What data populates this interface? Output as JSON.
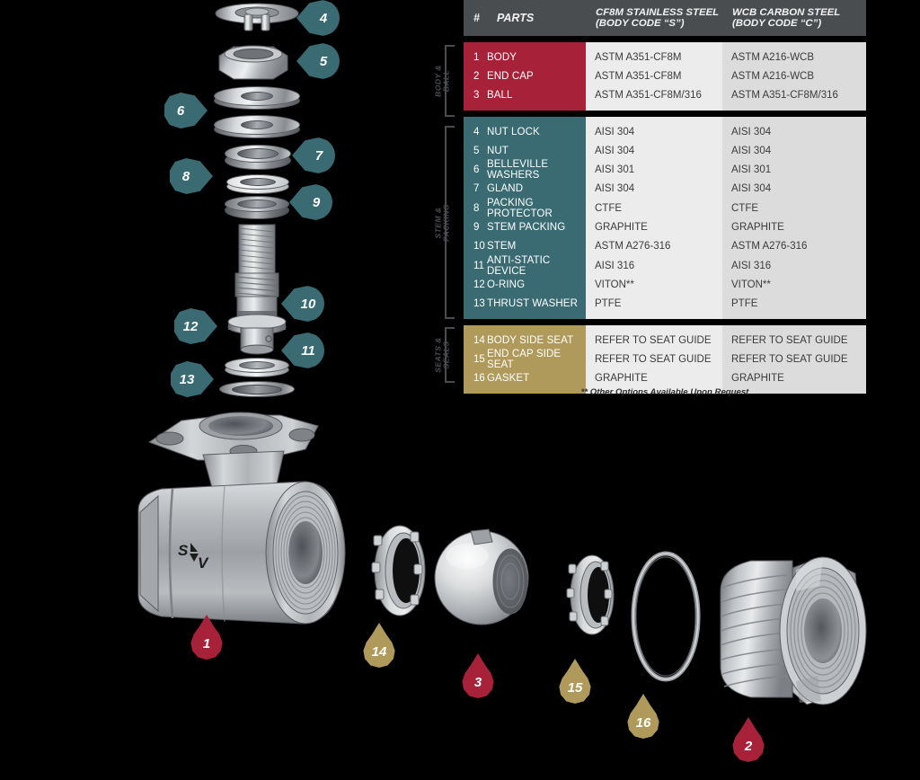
{
  "table": {
    "header": {
      "num": "#",
      "parts": "PARTS",
      "col_a_line1": "CF8M STAINLESS STEEL",
      "col_a_line2": "(BODY CODE “S”)",
      "col_b_line1": "WCB CARBON STEEL",
      "col_b_line2": "(BODY CODE “C”)"
    },
    "sections": [
      {
        "group_label": "BODY & BALL",
        "band_color": "#a72138",
        "rows": [
          {
            "num": "1",
            "part": "BODY",
            "col_a": "ASTM A351-CF8M",
            "col_b": "ASTM A216-WCB"
          },
          {
            "num": "2",
            "part": "END CAP",
            "col_a": "ASTM A351-CF8M",
            "col_b": "ASTM A216-WCB"
          },
          {
            "num": "3",
            "part": "BALL",
            "col_a": "ASTM A351-CF8M/316",
            "col_b": "ASTM A351-CF8M/316"
          }
        ]
      },
      {
        "group_label": "STEM & PACKING",
        "band_color": "#3a6b73",
        "rows": [
          {
            "num": "4",
            "part": "NUT LOCK",
            "col_a": "AISI 304",
            "col_b": "AISI 304"
          },
          {
            "num": "5",
            "part": "NUT",
            "col_a": "AISI 304",
            "col_b": "AISI 304"
          },
          {
            "num": "6",
            "part": "BELLEVILLE WASHERS",
            "col_a": "AISI 301",
            "col_b": "AISI 301"
          },
          {
            "num": "7",
            "part": "GLAND",
            "col_a": "AISI 304",
            "col_b": "AISI 304"
          },
          {
            "num": "8",
            "part": "PACKING PROTECTOR",
            "col_a": "CTFE",
            "col_b": "CTFE"
          },
          {
            "num": "9",
            "part": "STEM PACKING",
            "col_a": "GRAPHITE",
            "col_b": "GRAPHITE"
          },
          {
            "num": "10",
            "part": "STEM",
            "col_a": "ASTM A276-316",
            "col_b": "ASTM A276-316"
          },
          {
            "num": "11",
            "part": "ANTI-STATIC DEVICE",
            "col_a": "AISI 316",
            "col_b": "AISI 316"
          },
          {
            "num": "12",
            "part": "O-RING",
            "col_a": "VITON**",
            "col_b": "VITON**"
          },
          {
            "num": "13",
            "part": "THRUST WASHER",
            "col_a": "PTFE",
            "col_b": "PTFE"
          }
        ]
      },
      {
        "group_label": "SEATS & SEALS",
        "band_color": "#b09a5b",
        "rows": [
          {
            "num": "14",
            "part": "BODY SIDE SEAT",
            "col_a": "REFER TO SEAT GUIDE",
            "col_b": "REFER TO SEAT GUIDE"
          },
          {
            "num": "15",
            "part": "END CAP SIDE SEAT",
            "col_a": "REFER TO SEAT GUIDE",
            "col_b": "REFER TO SEAT GUIDE"
          },
          {
            "num": "16",
            "part": "GASKET",
            "col_a": "GRAPHITE",
            "col_b": "GRAPHITE"
          }
        ]
      }
    ],
    "footnote": "** Other Options Available Upon Request"
  },
  "diagram": {
    "logo": "SV",
    "callouts": [
      {
        "id": "4",
        "label": "4",
        "color": "#3a6b73",
        "direction": "left"
      },
      {
        "id": "5",
        "label": "5",
        "color": "#3a6b73",
        "direction": "left"
      },
      {
        "id": "6",
        "label": "6",
        "color": "#3a6b73",
        "direction": "right"
      },
      {
        "id": "7",
        "label": "7",
        "color": "#3a6b73",
        "direction": "left"
      },
      {
        "id": "8",
        "label": "8",
        "color": "#3a6b73",
        "direction": "right"
      },
      {
        "id": "9",
        "label": "9",
        "color": "#3a6b73",
        "direction": "left"
      },
      {
        "id": "10",
        "label": "10",
        "color": "#3a6b73",
        "direction": "left"
      },
      {
        "id": "11",
        "label": "11",
        "color": "#3a6b73",
        "direction": "left"
      },
      {
        "id": "12",
        "label": "12",
        "color": "#3a6b73",
        "direction": "right"
      },
      {
        "id": "13",
        "label": "13",
        "color": "#3a6b73",
        "direction": "right"
      },
      {
        "id": "1",
        "label": "1",
        "color": "#a72138",
        "direction": "up"
      },
      {
        "id": "14",
        "label": "14",
        "color": "#b09a5b",
        "direction": "up"
      },
      {
        "id": "3",
        "label": "3",
        "color": "#a72138",
        "direction": "up"
      },
      {
        "id": "15",
        "label": "15",
        "color": "#b09a5b",
        "direction": "up"
      },
      {
        "id": "16",
        "label": "16",
        "color": "#b09a5b",
        "direction": "up"
      },
      {
        "id": "2",
        "label": "2",
        "color": "#a72138",
        "direction": "up"
      }
    ]
  },
  "colors": {
    "red": "#a72138",
    "teal": "#3a6b73",
    "gold": "#b09a5b",
    "header_gray": "#4a4d50",
    "col_a_bg": "#ececec",
    "col_b_bg": "#dcdcdc",
    "background": "#000000"
  }
}
